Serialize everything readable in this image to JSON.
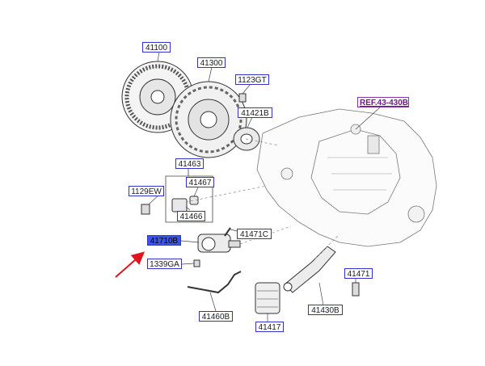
{
  "labels": {
    "l41100": "41100",
    "l41300": "41300",
    "l1123GT": "1123GT",
    "l41421B": "41421B",
    "ref": "REF.43-430B",
    "l41463": "41463",
    "l1129EW": "1129EW",
    "l41467": "41467",
    "l41466": "41466",
    "l41710B": "41710B",
    "l41471C": "41471C",
    "l1339GA": "1339GA",
    "l41460B": "41460B",
    "l41417": "41417",
    "l41471": "41471",
    "l41430B": "41430B"
  },
  "colors": {
    "label_border": "#3333cc",
    "selected_fill": "#3b55e6",
    "pointer_arrow": "#e0141e",
    "ref_link": "#8833aa"
  }
}
